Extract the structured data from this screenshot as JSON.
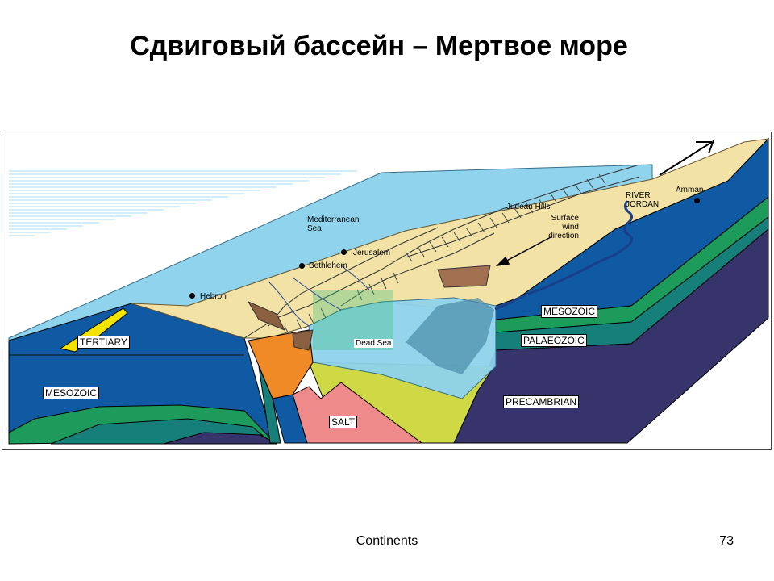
{
  "slide": {
    "title": "Сдвиговый бассейн – Мертвое море",
    "footer": "Continents",
    "page_number": "73"
  },
  "diagram": {
    "place_labels": {
      "mediterranean_sea": "Mediterranean\nSea",
      "jerusalem": "Jerusalem",
      "bethlehem": "Bethlehem",
      "hebron": "Hebron",
      "judean_hills": "Judean Hills",
      "river_jordan": "RIVER\nJORDAN",
      "amman": "Amman",
      "surface_wind_direction": "Surface\nwind\ndirection",
      "dead_sea": "Dead Sea"
    },
    "layer_labels": {
      "tertiary": "TERTIARY",
      "mesozoic_left": "MESOZOIC",
      "salt": "SALT",
      "mesozoic_right": "MESOZOIC",
      "palaeozoic": "PALAEOZOIC",
      "precambrian": "PRECAMBRIAN"
    },
    "colors": {
      "sea": "#8fd3ec",
      "land": "#f3e2a6",
      "mesozoic_blue": "#0f5aa3",
      "palaeozoic_teal": "#167f7a",
      "green_band": "#1d9b5a",
      "precambrian": "#37346b",
      "salt": "#ee8a8a",
      "fill_yellow": "#cfd946",
      "orange": "#f08a26",
      "tertiary_yellow": "#f2e400"
    }
  }
}
